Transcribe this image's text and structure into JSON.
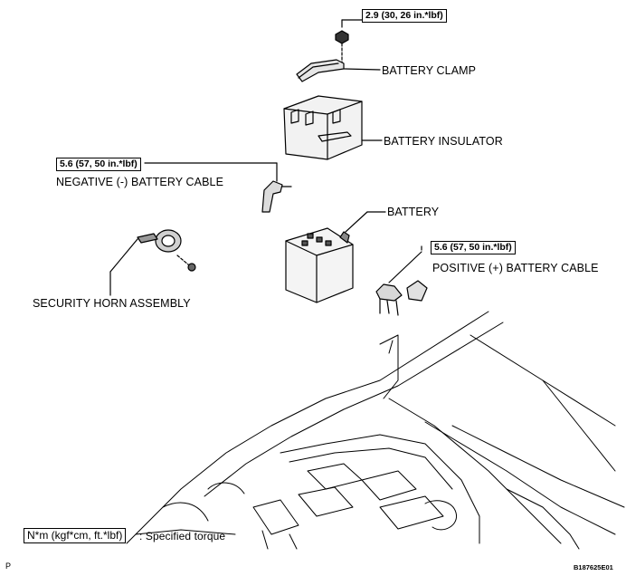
{
  "labels": {
    "battery_clamp": "BATTERY CLAMP",
    "battery_insulator": "BATTERY INSULATOR",
    "negative_cable": "NEGATIVE (-) BATTERY CABLE",
    "battery": "BATTERY",
    "positive_cable": "POSITIVE (+) BATTERY CABLE",
    "security_horn": "SECURITY HORN ASSEMBLY"
  },
  "torques": {
    "clamp": "2.9 (30, 26 in.*lbf)",
    "negative": "5.6 (57, 50 in.*lbf)",
    "positive": "5.6 (57, 50 in.*lbf)"
  },
  "legend": {
    "unit_box": "N*m (kgf*cm, ft.*lbf)",
    "description": ": Specified torque"
  },
  "footer": {
    "page_marker": "P",
    "figure_code": "B187625E01"
  }
}
